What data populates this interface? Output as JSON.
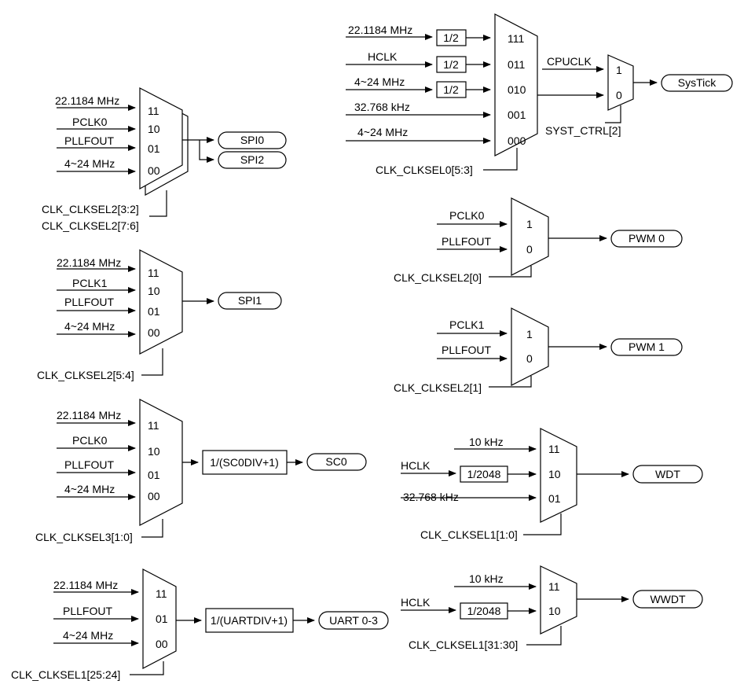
{
  "systick_mux": {
    "inputs": [
      "22.1184 MHz",
      "HCLK",
      "4~24 MHz",
      "32.768 kHz",
      "4~24 MHz"
    ],
    "dividers": [
      "1/2",
      "1/2",
      "1/2"
    ],
    "ports": [
      "111",
      "011",
      "010",
      "001",
      "000"
    ],
    "select": "CLK_CLKSEL0[5:3]"
  },
  "systick_sel": {
    "input_label": "CPUCLK",
    "ports": [
      "1",
      "0"
    ],
    "select": "SYST_CTRL[2]",
    "output": "SysTick"
  },
  "spi02_mux": {
    "inputs": [
      "22.1184 MHz",
      "PCLK0",
      "PLLFOUT",
      "4~24 MHz"
    ],
    "ports": [
      "11",
      "10",
      "01",
      "00"
    ],
    "selects": [
      "CLK_CLKSEL2[3:2]",
      "CLK_CLKSEL2[7:6]"
    ],
    "outputs": [
      "SPI0",
      "SPI2"
    ]
  },
  "spi1_mux": {
    "inputs": [
      "22.1184 MHz",
      "PCLK1",
      "PLLFOUT",
      "4~24 MHz"
    ],
    "ports": [
      "11",
      "10",
      "01",
      "00"
    ],
    "select": "CLK_CLKSEL2[5:4]",
    "output": "SPI1"
  },
  "sc0_mux": {
    "inputs": [
      "22.1184 MHz",
      "PCLK0",
      "PLLFOUT",
      "4~24 MHz"
    ],
    "ports": [
      "11",
      "10",
      "01",
      "00"
    ],
    "select": "CLK_CLKSEL3[1:0]",
    "divider": "1/(SC0DIV+1)",
    "output": "SC0"
  },
  "uart_mux": {
    "inputs": [
      "22.1184 MHz",
      "PLLFOUT",
      "4~24 MHz"
    ],
    "ports": [
      "11",
      "01",
      "00"
    ],
    "select": "CLK_CLKSEL1[25:24]",
    "divider": "1/(UARTDIV+1)",
    "output": "UART 0-3"
  },
  "pwm0_mux": {
    "inputs": [
      "PCLK0",
      "PLLFOUT"
    ],
    "ports": [
      "1",
      "0"
    ],
    "select": "CLK_CLKSEL2[0]",
    "output": "PWM 0"
  },
  "pwm1_mux": {
    "inputs": [
      "PCLK1",
      "PLLFOUT"
    ],
    "ports": [
      "1",
      "0"
    ],
    "select": "CLK_CLKSEL2[1]",
    "output": "PWM 1"
  },
  "wdt_mux": {
    "inputs": [
      "10 kHz",
      "HCLK",
      "32.768 kHz"
    ],
    "divider": "1/2048",
    "ports": [
      "11",
      "10",
      "01"
    ],
    "select": "CLK_CLKSEL1[1:0]",
    "output": "WDT"
  },
  "wwdt_mux": {
    "inputs": [
      "10 kHz",
      "HCLK"
    ],
    "divider": "1/2048",
    "ports": [
      "11",
      "10"
    ],
    "select": "CLK_CLKSEL1[31:30]",
    "output": "WWDT"
  }
}
